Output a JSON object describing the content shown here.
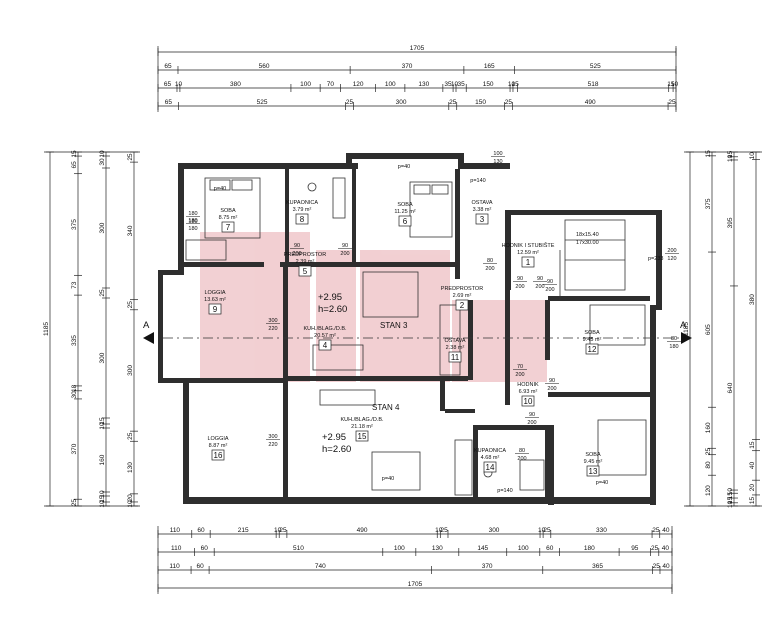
{
  "dims": {
    "top": [
      [
        "1705"
      ],
      [
        "65",
        "560",
        "370",
        "165",
        "525"
      ],
      [
        "65",
        "10",
        "380",
        "100",
        "70",
        "120",
        "100",
        "130",
        "35",
        "10",
        "35",
        "150",
        "10",
        "15",
        "518",
        "15",
        "10"
      ],
      [
        "65",
        "525",
        "25",
        "300",
        "25",
        "150",
        "25",
        "490",
        "25"
      ]
    ],
    "bottom": [
      [
        "110",
        "60",
        "215",
        "10",
        "25",
        "490",
        "10",
        "25",
        "300",
        "10",
        "25",
        "330",
        "25",
        "40"
      ],
      [
        "110",
        "60",
        "510",
        "100",
        "130",
        "145",
        "100",
        "60",
        "180",
        "95",
        "25",
        "40"
      ],
      [
        "110",
        "60",
        "740",
        "370",
        "365",
        "25",
        "40"
      ],
      [
        "1705"
      ]
    ],
    "left": [
      [
        "1185"
      ],
      [
        "15",
        "65",
        "375",
        "73",
        "335",
        "18",
        "30",
        "370",
        "25"
      ],
      [
        "10",
        "30",
        "300",
        "25",
        "300",
        "15",
        "10",
        "160",
        "10",
        "15",
        "10"
      ],
      [
        "25",
        "340",
        "25",
        "300",
        "25",
        "130",
        "20",
        "10"
      ]
    ],
    "right": [
      [
        "1185"
      ],
      [
        "15",
        "375",
        "605",
        "160",
        "25",
        "80",
        "120"
      ],
      [
        "15",
        "10",
        "395",
        "640",
        "10",
        "15",
        "15",
        "10"
      ],
      [
        "10",
        "380",
        "15",
        "40",
        "20",
        "15"
      ]
    ]
  },
  "rooms": [
    {
      "no": "7",
      "name": "SOBA",
      "area": "8.75 m²"
    },
    {
      "no": "8",
      "name": "KUPAONICA",
      "area": "3.79 m²"
    },
    {
      "no": "6",
      "name": "SOBA",
      "area": "11.25 m²"
    },
    {
      "no": "3",
      "name": "OSTAVA",
      "area": "3.38 m²"
    },
    {
      "no": "5",
      "name": "PREDPROSTOR",
      "area": "2.39 m²"
    },
    {
      "no": "2",
      "name": "PREDPROSTOR",
      "area": "2.69 m²"
    },
    {
      "no": "1",
      "name": "HODNIK I STUBIŠTE",
      "area": "12.59 m²"
    },
    {
      "no": "9",
      "name": "LOGGIA",
      "area": "13.63 m²"
    },
    {
      "no": "4",
      "name": "KUH./BLAG./D.B.",
      "area": "20.57 m²"
    },
    {
      "no": "11",
      "name": "OSTAVA",
      "area": "2.38 m²"
    },
    {
      "no": "12",
      "name": "SOBA",
      "area": "9.45 m²"
    },
    {
      "no": "10",
      "name": "HODNIK",
      "area": "6.93 m²"
    },
    {
      "no": "16",
      "name": "LOGGIA",
      "area": "8.87 m²"
    },
    {
      "no": "15",
      "name": "KUH./BLAG./D.B.",
      "area": "21.18 m²"
    },
    {
      "no": "14",
      "name": "KUPAONICA",
      "area": "4.68 m²"
    },
    {
      "no": "13",
      "name": "SOBA",
      "area": "9.45 m²"
    }
  ],
  "labels": {
    "stan3": "STAN 3",
    "stan4": "STAN 4",
    "level3": "+2.95",
    "height3": "h=2.60",
    "level4": "+2.95",
    "height4": "h=2.60",
    "section": "A",
    "stair1": "18x15.40",
    "stair2": "17x30.00",
    "rail": "p=233"
  },
  "openings": [
    "180/180",
    "90/200",
    "90/200",
    "80/200",
    "90/200",
    "90/200",
    "300/220",
    "70/200",
    "90/200",
    "90/200",
    "80/200",
    "300/220",
    "200/120",
    "80/180",
    "180/180",
    "p=40",
    "p=40",
    "p=140",
    "p=140",
    "p=40",
    "p=40",
    "100/130",
    "90/200"
  ],
  "colors": {
    "wall": "#2e2e2e",
    "watermark": "#e8a9ae"
  }
}
